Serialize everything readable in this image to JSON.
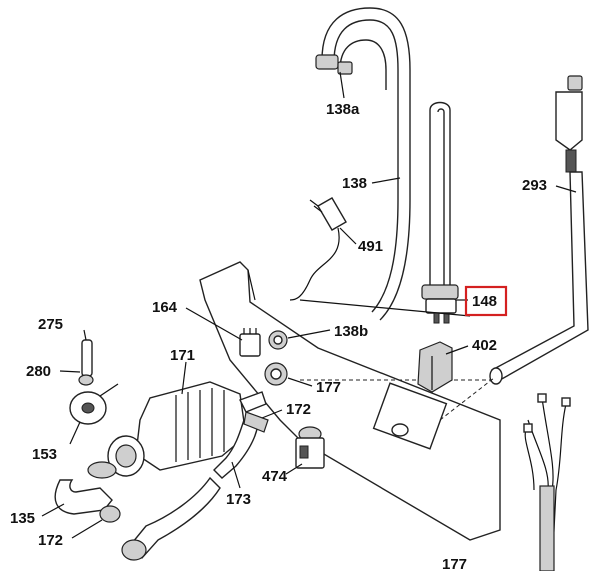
{
  "colors": {
    "highlight": "#d42020",
    "ink": "#111111",
    "shade": "#cfcfcf"
  },
  "labels": {
    "p138a": "138a",
    "p138": "138",
    "p293": "293",
    "p491": "491",
    "p148": "148",
    "p164": "164",
    "p138b": "138b",
    "p275": "275",
    "p171": "171",
    "p402": "402",
    "p280": "280",
    "p177": "177",
    "p172a": "172",
    "p153": "153",
    "p474": "474",
    "p173": "173",
    "p135": "135",
    "p172b": "172",
    "p177b": "177"
  },
  "highlighted_part": "148"
}
